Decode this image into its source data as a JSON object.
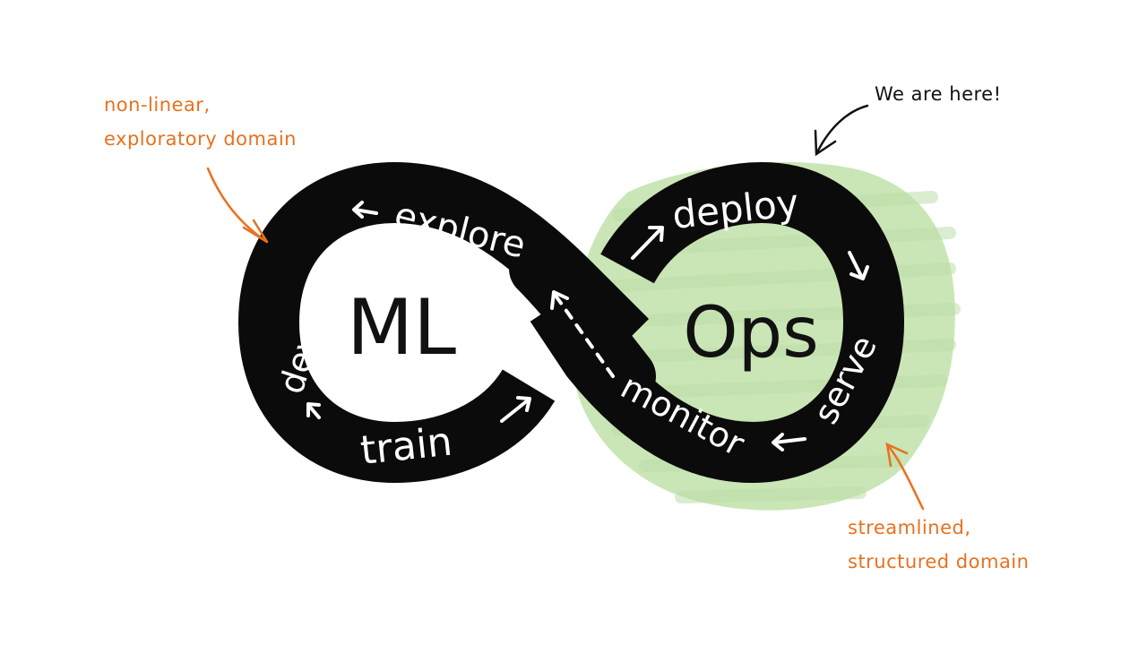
{
  "center": {
    "left_label": "ML",
    "right_label": "Ops"
  },
  "loop": {
    "steps": {
      "explore": "explore",
      "develop": "develop",
      "train": "train",
      "deploy": "deploy",
      "serve": "serve",
      "monitor": "monitor"
    }
  },
  "annotations": {
    "left_note": [
      "non-linear,",
      "exploratory domain"
    ],
    "right_note": [
      "streamlined,",
      "structured domain"
    ],
    "callout": "We are here!"
  },
  "colors": {
    "band": "#0b0b0b",
    "chalk_text": "#ffffff",
    "highlight": "#b9dea0",
    "note_orange": "#e8711f",
    "ink": "#111111"
  },
  "icons": [
    "arrow-left-icon",
    "arrow-right-icon",
    "arrow-down-icon",
    "dashed-arrow-icon",
    "hand-drawn-arrow-icon"
  ]
}
